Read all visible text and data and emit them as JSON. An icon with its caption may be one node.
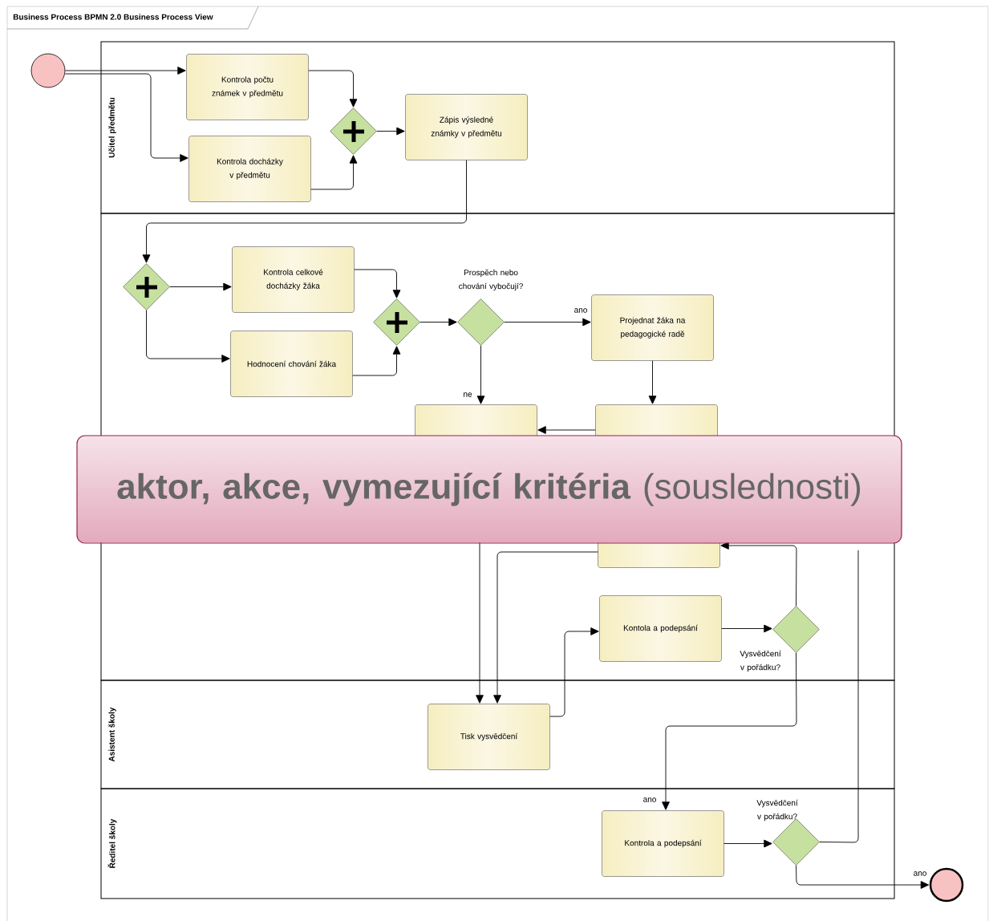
{
  "diagram": {
    "title": "Business Process BPMN 2.0 Business Process View",
    "nodes": [
      {
        "text": [
          "Učitel předmětu"
        ]
      },
      {
        "text": [],
        "shape": "band"
      },
      {
        "text": [
          "Asistent školy"
        ]
      },
      {
        "text": [
          "Ředitel školy"
        ]
      },
      {
        "text": [],
        "shape": "circle"
      },
      {
        "text": [
          "Kontrola počtu známek v předmětu"
        ],
        "in": 0
      },
      {
        "text": [
          "Kontrola docházky v předmětu"
        ],
        "in": 0
      },
      {
        "text": [],
        "shape": "diamond",
        "in": 0
      },
      {
        "text": [
          "Zápis výsledné známky v předmětu"
        ],
        "in": 0
      },
      {
        "text": [],
        "shape": "diamond",
        "in": 1
      },
      {
        "text": [
          "Kontrola celkové docházky žáka"
        ],
        "in": 1
      },
      {
        "text": [
          "Hodnocení chování žáka"
        ],
        "in": 1
      },
      {
        "text": [],
        "shape": "diamond",
        "in": 1
      },
      {
        "text": [],
        "shape": "diamond",
        "beside": [
          "Prospěch nebo chování vybočují?"
        ],
        "in": 1
      },
      {
        "text": [
          "Projednat žáka na pedagogické radě"
        ],
        "in": 1
      },
      {
        "text": [],
        "shape": "box",
        "in": 1
      },
      {
        "text": [],
        "shape": "box",
        "in": 1
      },
      {
        "text": [],
        "shape": "box",
        "in": 1
      },
      {
        "text": [
          "Kontola a podepsání"
        ],
        "in": 1
      },
      {
        "text": [],
        "shape": "diamond",
        "beside": [
          "Vysvědčení v pořádku?"
        ],
        "in": 1
      },
      {
        "text": [
          "Tisk vysvědčení"
        ],
        "in": 2
      },
      {
        "text": [
          "Kontrola a podepsání"
        ],
        "in": 3
      },
      {
        "text": [],
        "shape": "diamond",
        "beside": [
          "Vysvědčení v pořádku?"
        ],
        "in": 3
      },
      {
        "text": [],
        "shape": "circle"
      }
    ],
    "edges": [
      {
        "from": 4,
        "to": 5,
        "arrow": "to"
      },
      {
        "from": 4,
        "to": 6,
        "arrow": "to"
      },
      {
        "from": 5,
        "to": 7,
        "arrow": "to"
      },
      {
        "from": 6,
        "to": 7,
        "arrow": "to"
      },
      {
        "from": 7,
        "to": 8,
        "arrow": "to"
      },
      {
        "from": 8,
        "to": 9,
        "arrow": "to"
      },
      {
        "from": 9,
        "to": 10,
        "arrow": "to"
      },
      {
        "from": 9,
        "to": 11,
        "arrow": "to"
      },
      {
        "from": 10,
        "to": 12,
        "arrow": "to"
      },
      {
        "from": 11,
        "to": 12,
        "arrow": "to"
      },
      {
        "from": 12,
        "to": 13,
        "arrow": "to"
      },
      {
        "from": 13,
        "to": 14,
        "arrow": "to",
        "label": "ano"
      },
      {
        "from": 13,
        "to": 15,
        "arrow": "to",
        "label": "ne"
      },
      {
        "from": 14,
        "to": 16,
        "arrow": "to"
      },
      {
        "from": 16,
        "to": 15,
        "arrow": "to"
      },
      {
        "from": 15,
        "to": 20,
        "arrow": "to"
      },
      {
        "from": 17,
        "to": 20,
        "arrow": "to"
      },
      {
        "from": 20,
        "to": 18,
        "arrow": "to"
      },
      {
        "from": 18,
        "to": 19,
        "arrow": "to"
      },
      {
        "from": 19,
        "to": 17,
        "arrow": "to"
      },
      {
        "from": 19,
        "to": 21,
        "arrow": "to",
        "label": "ano"
      },
      {
        "from": 21,
        "to": 22,
        "arrow": "to"
      },
      {
        "from": 22,
        "to": 23,
        "arrow": "to",
        "label": "ano"
      },
      {
        "from": 22,
        "to": null,
        "arrow": "none"
      }
    ],
    "labels": [
      "**aktor, akce, vymezující kritéria** (souslednosti)"
    ]
  }
}
